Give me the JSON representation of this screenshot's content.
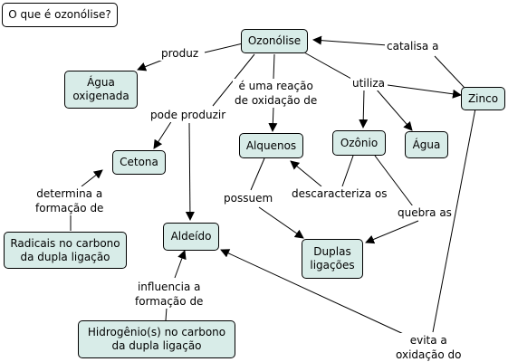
{
  "nodes": {
    "question": "O que é ozonólise?",
    "ozonolise": "Ozonólise",
    "agua_oxigenada": "Água\noxigenada",
    "zinco": "Zinco",
    "cetona": "Cetona",
    "alquenos": "Alquenos",
    "ozonio": "Ozônio",
    "agua": "Água",
    "radicais": "Radicais no carbono\nda dupla ligação",
    "aldeido": "Aldeído",
    "duplas": "Duplas\nligações",
    "hidrogenio": "Hidrogênio(s) no carbono\nda dupla ligação"
  },
  "links": {
    "produz": "produz",
    "catalisa": "catalisa a",
    "reacao": "é uma reação\nde oxidação de",
    "utiliza": "utiliza",
    "pode_produzir": "pode produzir",
    "determina": "determina a\nformação de",
    "possuem": "possuem",
    "descaracteriza": "descaracteriza os",
    "quebra": "quebra as",
    "influencia": "influencia a\nformação de",
    "evita": "evita a\noxidação do"
  }
}
